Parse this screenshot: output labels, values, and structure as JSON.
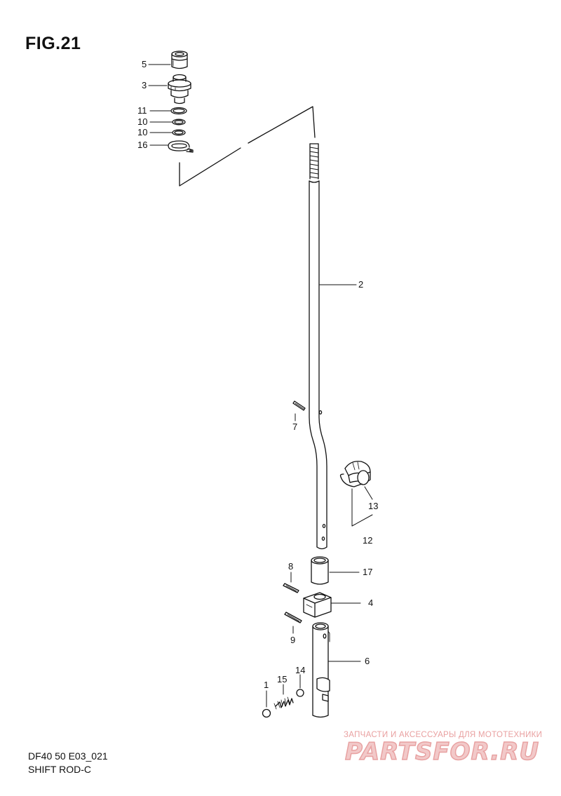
{
  "figure": {
    "title": "FIG.21"
  },
  "callouts": {
    "c5": "5",
    "c3": "3",
    "c11": "11",
    "c10a": "10",
    "c10b": "10",
    "c16": "16",
    "c2": "2",
    "c7": "7",
    "c13": "13",
    "c12": "12",
    "c8": "8",
    "c17": "17",
    "c4": "4",
    "c9": "9",
    "c6": "6",
    "c1": "1",
    "c15": "15",
    "c14": "14"
  },
  "footer": {
    "model_code": "DF40 50 E03_021",
    "section_name": "SHIFT ROD-C"
  },
  "watermark": {
    "tagline": "ЗАПЧАСТИ И АКСЕССУАРЫ ДЛЯ МОТОТЕХНИКИ",
    "logo_text": "PARTSFOR.RU"
  },
  "colors": {
    "ink": "#111111",
    "watermark": "#e8a2a2"
  }
}
